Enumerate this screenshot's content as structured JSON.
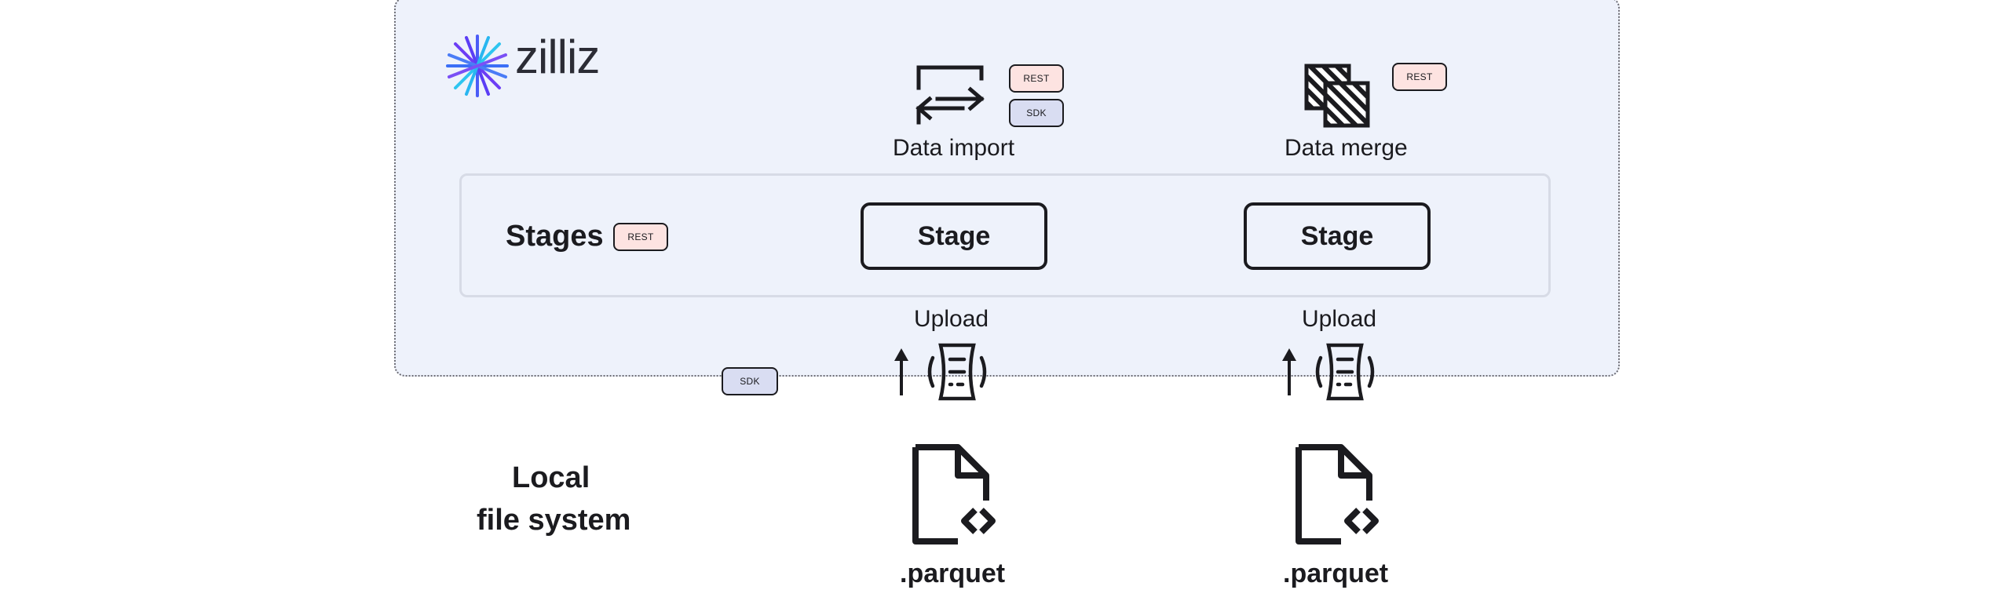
{
  "brand": {
    "name": "zilliz"
  },
  "operations": {
    "import_label": "Data import",
    "merge_label": "Data merge"
  },
  "badges": {
    "rest": "REST",
    "sdk": "SDK"
  },
  "stages": {
    "title": "Stages",
    "stage_1": "Stage",
    "stage_2": "Stage"
  },
  "uploads": {
    "upload_1": "Upload",
    "upload_2": "Upload"
  },
  "local": {
    "title_line1": "Local",
    "title_line2": "file system",
    "file_1": ".parquet",
    "file_2": ".parquet"
  },
  "colors": {
    "cloud_bg": "#eef2fb",
    "rest_badge": "#fde3e1",
    "sdk_badge": "#d9ddf2",
    "logo_blue": "#5b3df5",
    "logo_cyan": "#2ec5f0",
    "stroke": "#1b1b1f"
  },
  "icons": [
    "zilliz-logo-icon",
    "import-arrows-icon",
    "merge-squares-icon",
    "upload-arrow-icon",
    "data-transfer-icon",
    "code-file-icon"
  ]
}
